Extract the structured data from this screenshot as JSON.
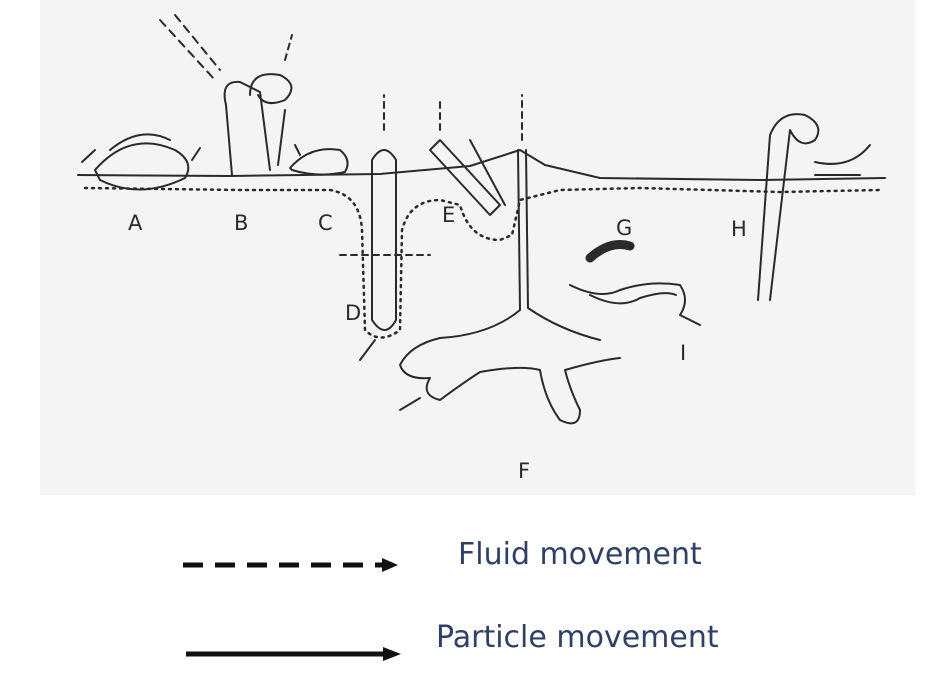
{
  "labels": {
    "A": "A",
    "B": "B",
    "C": "C",
    "D": "D",
    "E": "E",
    "F": "F",
    "G": "G",
    "H": "H",
    "I": "I"
  },
  "legend": {
    "fluid": "Fluid movement",
    "particle": "Particle movement"
  },
  "colors": {
    "ink": "#2a2a2a",
    "legend_text": "#2f3f66",
    "paper": "#f4f4f4"
  }
}
